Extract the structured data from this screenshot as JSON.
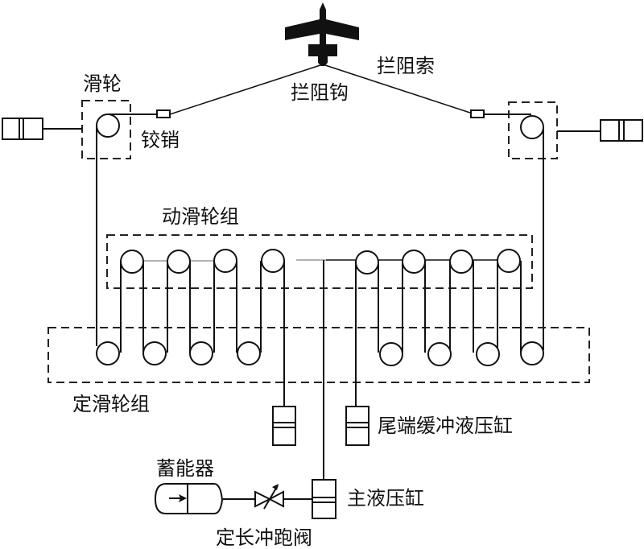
{
  "diagram": {
    "title": "",
    "labels": {
      "arresting_cable": "拦阻索",
      "arresting_hook": "拦阻钩",
      "sheave": "滑轮",
      "hinge_pin": "铰销",
      "moving_sheave_group": "动滑轮组",
      "fixed_sheave_group": "定滑轮组",
      "end_buffer_cylinder": "尾端缓冲液压缸",
      "accumulator": "蓄能器",
      "main_cylinder": "主液压缸",
      "constant_runout_valve": "定长冲跑阀"
    },
    "components": [
      {
        "id": "aircraft",
        "type": "aircraft-symbol"
      },
      {
        "id": "left-anchor-cylinder",
        "type": "cylinder"
      },
      {
        "id": "right-anchor-cylinder",
        "type": "cylinder"
      },
      {
        "id": "left-sheave",
        "type": "pulley"
      },
      {
        "id": "right-sheave",
        "type": "pulley"
      },
      {
        "id": "left-hinge-pin",
        "type": "pin"
      },
      {
        "id": "right-hinge-pin",
        "type": "pin"
      },
      {
        "id": "moving-pulleys",
        "type": "pulley-group",
        "count": 8
      },
      {
        "id": "fixed-pulleys",
        "type": "pulley-group",
        "count": 8
      },
      {
        "id": "end-buffer-cylinders",
        "type": "cylinder",
        "count": 2
      },
      {
        "id": "main-cylinder",
        "type": "cylinder"
      },
      {
        "id": "accumulator",
        "type": "accumulator"
      },
      {
        "id": "valve",
        "type": "adjustable-throttle-valve"
      }
    ]
  }
}
